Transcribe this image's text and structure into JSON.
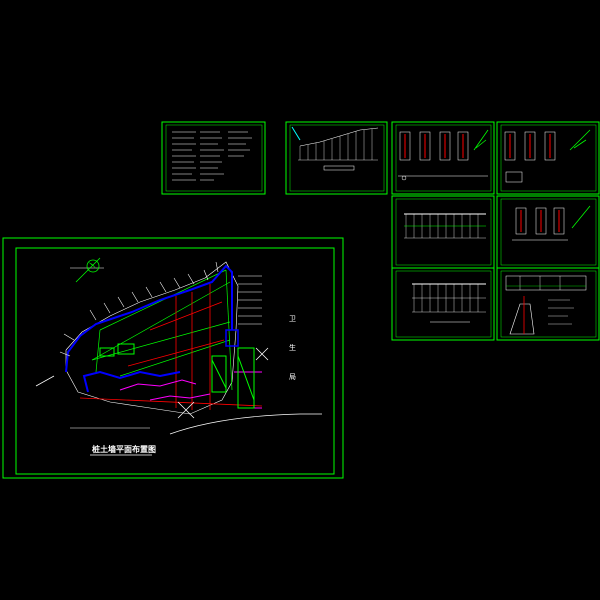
{
  "drawing": {
    "main_title": "桩土墙平面布置图",
    "road_label_chars": [
      "卫",
      "生",
      "局"
    ],
    "colors": {
      "background": "#000000",
      "sheet_frame": "#00ff00",
      "retaining_wall": "#0000ff",
      "piles": "#ff0000",
      "baseline": "#00ff00",
      "highlight": "#ff00ff",
      "text": "#ffffff",
      "annotation": "#ffffff",
      "grid": "#00ffff"
    },
    "sheets": [
      {
        "id": "notes-sheet",
        "kind": "notes"
      },
      {
        "id": "section-sheet-1",
        "kind": "elevation"
      },
      {
        "id": "detail-sheet-1",
        "kind": "details"
      },
      {
        "id": "detail-sheet-2",
        "kind": "details"
      },
      {
        "id": "elevation-sheet-2",
        "kind": "elevation"
      },
      {
        "id": "detail-sheet-3",
        "kind": "details"
      },
      {
        "id": "elevation-sheet-3",
        "kind": "elevation"
      },
      {
        "id": "section-sheet-4",
        "kind": "section"
      }
    ]
  }
}
